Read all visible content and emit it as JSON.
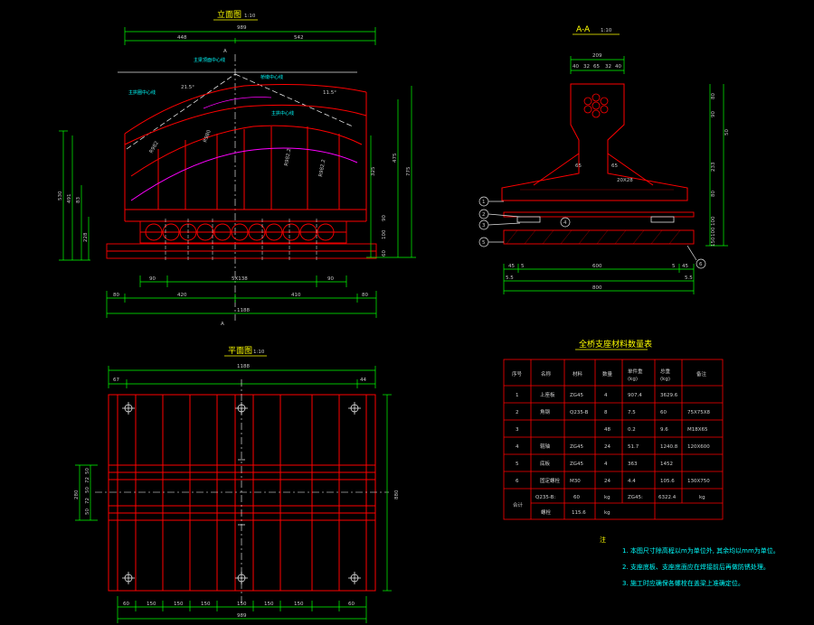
{
  "views": {
    "elevation": {
      "title": "立面图",
      "scale": "1:10"
    },
    "section": {
      "title": "A-A",
      "scale": "1:10"
    },
    "plan": {
      "title": "平面图",
      "scale": "1:10"
    },
    "table": {
      "title": "全桥支座材料数量表"
    }
  },
  "section_marker": "A",
  "elevation_labels": {
    "ground_line": "主梁顶面中心线",
    "top_center": "桥墩中心线",
    "arch_axis_left": "主拱圈中心线",
    "arch_axis_right": "主拱中心线",
    "angle_left": "21.5°",
    "angle_right": "11.5°"
  },
  "elevation_dims": {
    "top_total": "989",
    "top_left": "448",
    "top_right": "542",
    "bottom_row1": [
      "90",
      "5X138",
      "90"
    ],
    "bottom_row2": [
      "80",
      "420",
      "410",
      "80"
    ],
    "bottom_total": "1188",
    "left_vertical": [
      "530",
      "491",
      "83",
      "228"
    ],
    "right_vertical": [
      "475",
      "775",
      "325",
      "90",
      "100",
      "60"
    ],
    "member_labels": [
      "R982",
      "R980",
      "R982.2",
      "R982.2"
    ]
  },
  "section_dims": {
    "top": "209",
    "top_parts": [
      "40",
      "32",
      "65",
      "32",
      "40"
    ],
    "web_parts": [
      "65",
      "65"
    ],
    "bolt_label": "20X28",
    "right_vertical": [
      "80",
      "90",
      "50",
      "233",
      "80",
      "100",
      "100",
      "150"
    ],
    "bottom_row1": [
      "45",
      "5",
      "600",
      "5",
      "45"
    ],
    "bottom_row2": [
      "5.5",
      "5.5"
    ],
    "bottom_total": "800",
    "callouts": [
      "1",
      "2",
      "3",
      "4",
      "5",
      "6"
    ]
  },
  "plan_dims": {
    "top_total": "1188",
    "top_left": "67",
    "top_right": "44",
    "left_vertical": [
      "280",
      "50",
      "72",
      "50",
      "72",
      "50"
    ],
    "right_vertical": "880",
    "bottom_row": [
      "60",
      "150",
      "150",
      "150",
      "150",
      "150",
      "150",
      "60"
    ],
    "bottom_total": "989"
  },
  "material_table": {
    "headers": [
      "序号",
      "名称",
      "材料",
      "数量",
      "单件重\n(kg)",
      "总重\n(kg)",
      "备注"
    ],
    "rows": [
      [
        "1",
        "上座板",
        "ZG45",
        "4",
        "907.4",
        "3629.6",
        ""
      ],
      [
        "2",
        "角钢",
        "Q235-B",
        "8",
        "7.5",
        "60",
        "75X75X8"
      ],
      [
        "3",
        "",
        "",
        "48",
        "0.2",
        "9.6",
        "M18X65"
      ],
      [
        "4",
        "辊轴",
        "ZG45",
        "24",
        "51.7",
        "1240.8",
        "120X600"
      ],
      [
        "5",
        "底板",
        "ZG45",
        "4",
        "363",
        "1452",
        ""
      ],
      [
        "6",
        "固定螺栓",
        "M30",
        "24",
        "4.4",
        "105.6",
        "130X750"
      ]
    ],
    "total_label": "合计",
    "total_row1": [
      "Q235-B:",
      "60",
      "kg",
      "ZG45:",
      "6322.4",
      "kg"
    ],
    "total_row2": [
      "螺栓",
      "115.6",
      "kg"
    ]
  },
  "notes": {
    "heading": "注",
    "items": [
      "1. 本图尺寸除高程以m为单位外, 其余均以mm为单位。",
      "2. 支座底板、支座底面应在焊接前后再做防锈处理。",
      "3. 施工时应确保各螺栓在盖梁上准确定位。"
    ]
  },
  "colors": {
    "background": "#000000",
    "structure": "#ff0000",
    "dimension": "#00ff00",
    "text": "#ffff00",
    "label": "#00ffff",
    "highlight": "#ff00ff",
    "table_border": "#ff0000"
  }
}
